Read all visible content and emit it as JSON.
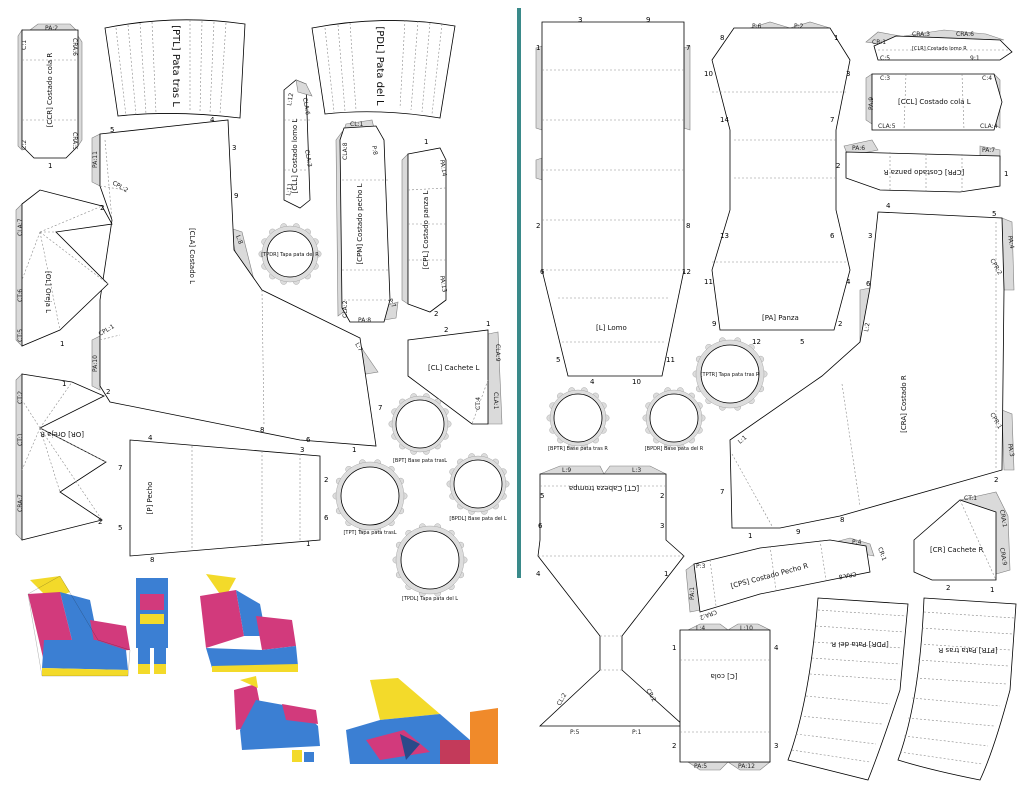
{
  "pieces": {
    "ptl": "[PTL] Pata tras L",
    "pdl": "[PDL] Pata del L",
    "ccr": "[CCR] Costado cola R",
    "cla": "[CLA] Costado L",
    "cll": "[CLL] Costado lomo L",
    "cpm": "[CPM] Costado pecho L",
    "cpl": "[CPL] Costado panza L",
    "ol": "[OL] Oreja L",
    "or": "[OR] Oreja R",
    "tpdr": "[TPDR] Tapa pata del R",
    "cl": "[CL] Cachete L",
    "bpt": "[BPT] Base pata trasL",
    "tpt": "[TPT] Tapa pata trasL",
    "bpdl": "[BPDL] Base pata del L",
    "tpdl": "[TPDL] Tapa pata del L",
    "p": "[P] Pecho",
    "l": "[L] Lomo",
    "pa": "[PA] Panza",
    "clr": "[CLR] Costado lomo R",
    "ccl": "[CCL] Costado cola L",
    "cpr": "[CPR] Costado panza R",
    "cra": "[CRA] Costado R",
    "tptr": "[TPTR] Tapa pata tras R",
    "bptr": "[BPTR] Base pata tras R",
    "bpdr": "[BPDR] Base pata del R",
    "ct": "[CT] Cabeza trompa",
    "cps": "[CPS] Costado Pecho R",
    "cr": "[CR] Cachete R",
    "c": "[C] cola",
    "pdr": "[PDR] Pata del R",
    "ptr": "[PTR] Pata tras R"
  },
  "tabs": {
    "ccr_top": "PA:2",
    "ccr_right": "CRA:6",
    "ccr_left": "C:1",
    "ccr_left2": "C:2",
    "ccr_right2": "CRA:5",
    "cla_pa11": "PA:11",
    "cla_cpl2": "CPL:2",
    "cla_l8": "L:8",
    "cla_l7": "L:7",
    "cla_cpl1": "CPL:1",
    "cla_pa10": "PA:10",
    "cll_top": "L:12",
    "cll_top2": "CLA:6",
    "cll_b": "L:11",
    "cll_b2": "CLA:3",
    "cpm_cl1": "CL:1",
    "cpm_p8": "P:8",
    "cpm_cla8": "CLA:8",
    "cpm_cla2": "CLA:2",
    "cpm_pa8": "PA:8",
    "cpm_p7": "P:7",
    "cpl_pa14": "PA:14",
    "cpl_pa13": "PA:13",
    "ol_cla7": "CLA:7",
    "ol_ct6": "CT:6",
    "ol_ct5": "CT:5",
    "or_ct2": "CT:2",
    "or_ct1": "CT:1",
    "or_cra7": "CRA:7",
    "cl_cla9": "CLA:9",
    "cl_ct4": "CT:4",
    "cl_cla1": "CLA:1",
    "pa_p6": "P:6",
    "pa_p2": "P:2",
    "clr_cr1": "CR:1",
    "clr_cra3": "CRA:3",
    "clr_cra6": "CRA:6",
    "clr_c5": "C:5",
    "clr_9": "9:1",
    "ccl_c3": "C:3",
    "ccl_c4": "C:4",
    "ccl_pa9": "PA:9",
    "ccl_cla5": "CLA:5",
    "ccl_cla4": "CLA:4",
    "cpr_pa6": "PA:6",
    "cpr_pa7": "PA:7",
    "cra_pa4": "PA:4",
    "cra_cpr2": "CPR:2",
    "cra_l2": "L:2",
    "cra_l1": "L:1",
    "cra_cpr1": "CPR:1",
    "cra_pa3": "PA:3",
    "ct_l9": "L:9",
    "ct_l3": "L:3",
    "ct_cl2": "CL:2",
    "ct_cr2": "CR:2",
    "ct_p5": "P:5",
    "ct_p1": "P:1",
    "cps_p3": "P:3",
    "cps_p4": "P:4",
    "cps_pa1": "PA:1",
    "cps_cra2": "CRA:2",
    "cps_cr1": "CR:1",
    "cps_cra8": "CRA:8",
    "cr_ct1": "CT:1",
    "cr_cra1": "CRA:1",
    "cr_cra9": "CRA:9",
    "c_l4": "L:4",
    "c_l10": "L:10",
    "c_pa5": "PA:5",
    "c_pa12": "PA:12"
  },
  "numbers": {
    "n1": "1",
    "n2": "2",
    "n3": "3",
    "n4": "4",
    "n5": "5",
    "n6": "6",
    "n7": "7",
    "n8": "8",
    "n9": "9",
    "n10": "10",
    "n11": "11",
    "n12": "12",
    "n13": "13",
    "n14": "14"
  },
  "colors": {
    "divider": "#3a8a8a",
    "tab_fill": "#dadada",
    "model_blue": "#3b7fd3",
    "model_pink": "#d23a7c",
    "model_yellow": "#f3da2a",
    "model_orange": "#f08a2a"
  }
}
